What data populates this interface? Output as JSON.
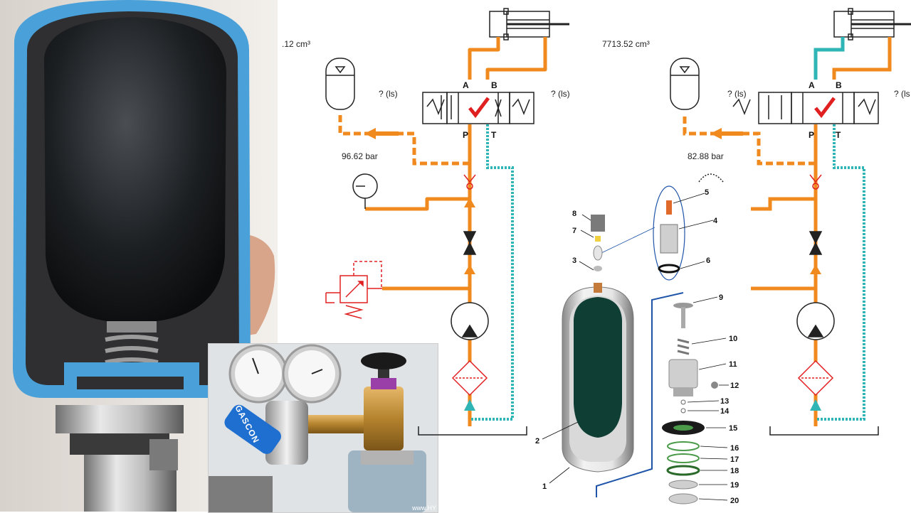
{
  "left_circuit": {
    "volume": ".12 cm³",
    "pressure": "96.62 bar",
    "flow_left": "? (ls)",
    "flow_right": "? (ls)",
    "port_a": "A",
    "port_b": "B",
    "port_p": "P",
    "port_t": "T"
  },
  "right_circuit": {
    "volume": "7713.52 cm³",
    "pressure": "82.88 bar",
    "flow_left": "? (ls)",
    "flow_right": "? (ls",
    "port_a": "A",
    "port_b": "B",
    "port_p": "P",
    "port_t": "T"
  },
  "exploded_parts": [
    "1",
    "2",
    "3",
    "4",
    "5",
    "6",
    "7",
    "8",
    "9",
    "10",
    "11",
    "12",
    "13",
    "14",
    "15",
    "16",
    "17",
    "18",
    "19",
    "20"
  ],
  "regulator_photo": {
    "brand": "GASCON",
    "watermark": "www.HY"
  },
  "colors": {
    "pressure_line": "#f08a1e",
    "return_line": "#2fb5b5",
    "relief_valve": "#e02020",
    "check_mark": "#e02020",
    "accumulator_shell": "#4aa0d8"
  }
}
